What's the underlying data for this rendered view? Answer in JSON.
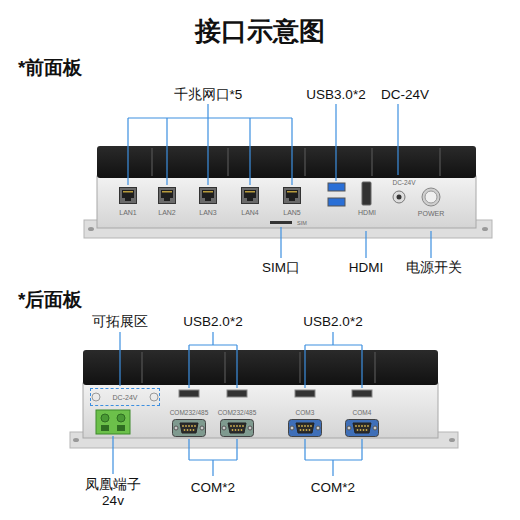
{
  "diagram": {
    "title": "接口示意图",
    "nodes": [
      {
        "text": [
          "DC-24V"
        ]
      }
    ],
    "labels": [
      "*前面板",
      "千兆网口*5",
      "USB3.0*2",
      "DC-24V",
      "LAN1",
      "LAN2",
      "LAN3",
      "LAN4",
      "LAN5",
      "HDMI",
      "DC-24V",
      "POWER",
      "SIM",
      "SIM口",
      "HDMI",
      "电源开关",
      "*后面板",
      "可拓展区",
      "USB2.0*2",
      "USB2.0*2",
      "COM232/485",
      "COM232/485",
      "COM3",
      "COM4",
      "凤凰端子 24v",
      "COM*2",
      "COM*2"
    ]
  }
}
